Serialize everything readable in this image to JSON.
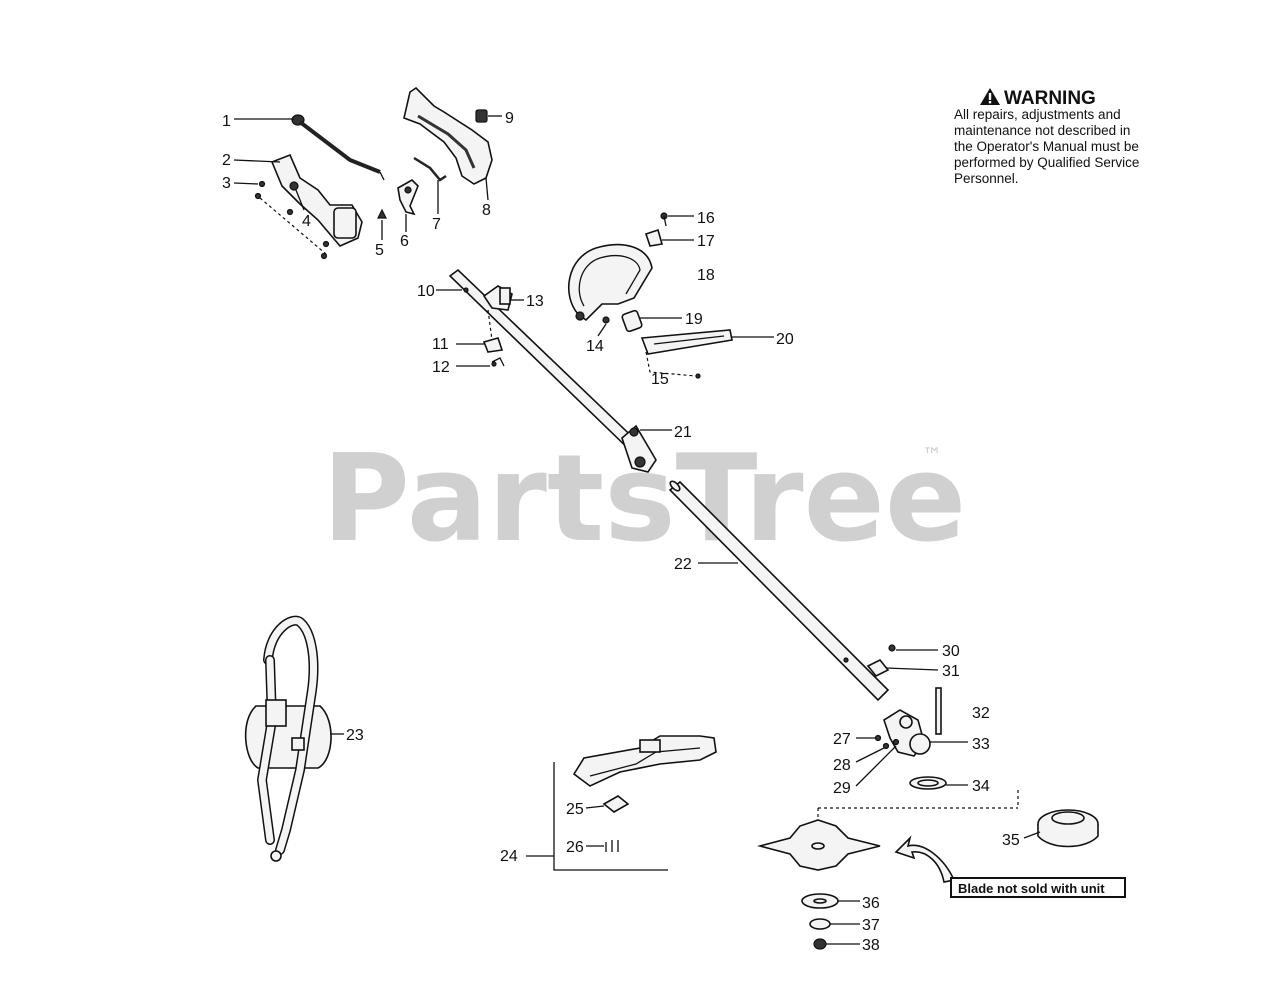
{
  "watermark": {
    "text": "PartsTree",
    "trademark": "™"
  },
  "warning": {
    "title": "WARNING",
    "lines": [
      "All repairs, adjustments and",
      "maintenance not described in",
      "the Operator's Manual must be",
      "performed by Qualified Service",
      "Personnel."
    ]
  },
  "note": {
    "text": "Blade not sold with unit"
  },
  "parts": [
    "1",
    "2",
    "3",
    "4",
    "5",
    "6",
    "7",
    "8",
    "9",
    "10",
    "11",
    "12",
    "13",
    "14",
    "15",
    "16",
    "17",
    "18",
    "19",
    "20",
    "21",
    "22",
    "23",
    "24",
    "25",
    "26",
    "27",
    "28",
    "29",
    "30",
    "31",
    "32",
    "33",
    "34",
    "35",
    "36",
    "37",
    "38"
  ]
}
